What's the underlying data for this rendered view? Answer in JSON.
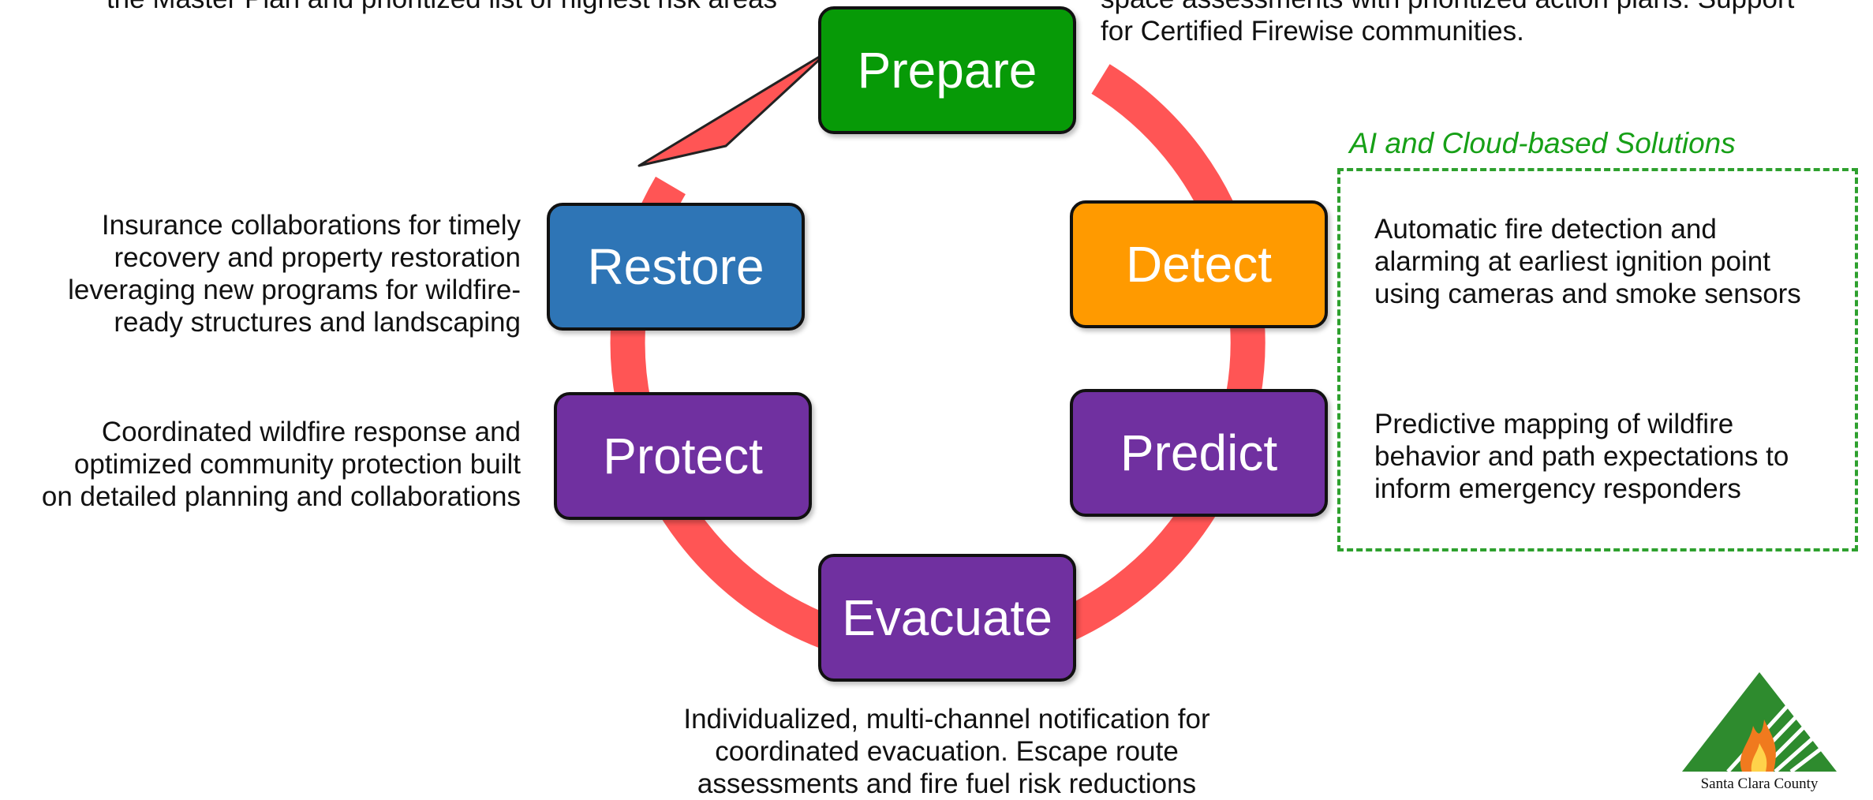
{
  "stages": {
    "prepare": {
      "label": "Prepare",
      "color": "#079a07"
    },
    "detect": {
      "label": "Detect",
      "color": "#ff9a00"
    },
    "predict": {
      "label": "Predict",
      "color": "#7030a0"
    },
    "evacuate": {
      "label": "Evacuate",
      "color": "#7030a0"
    },
    "protect": {
      "label": "Protect",
      "color": "#7030a0"
    },
    "restore": {
      "label": "Restore",
      "color": "#2e75b6"
    }
  },
  "cycle_color": "#ff5555",
  "descriptions": {
    "prepare_left": [
      "the Master Plan and prioritized list of highest risk areas"
    ],
    "prepare_right": [
      "space assessments with prioritized action plans. Support",
      "for Certified Firewise communities."
    ],
    "restore": [
      "Insurance collaborations for timely",
      "recovery and property restoration",
      "leveraging new programs for wildfire-",
      "ready structures and landscaping"
    ],
    "protect": [
      "Coordinated wildfire response and",
      "optimized community protection built",
      "on detailed planning and collaborations"
    ],
    "evacuate": [
      "Individualized, multi-channel notification for",
      "coordinated evacuation.  Escape route",
      "assessments and fire fuel risk reductions"
    ],
    "detect": [
      "Automatic fire detection and",
      "alarming at earliest ignition point",
      "using cameras and smoke sensors"
    ],
    "predict": [
      "Predictive mapping of wildfire",
      "behavior and path expectations to",
      "inform emergency responders"
    ]
  },
  "ai_section": {
    "title": "AI and Cloud-based Solutions",
    "accent_color": "#17a017"
  },
  "logo": {
    "text": "Santa Clara County",
    "icon": "county-fire-logo-icon"
  }
}
